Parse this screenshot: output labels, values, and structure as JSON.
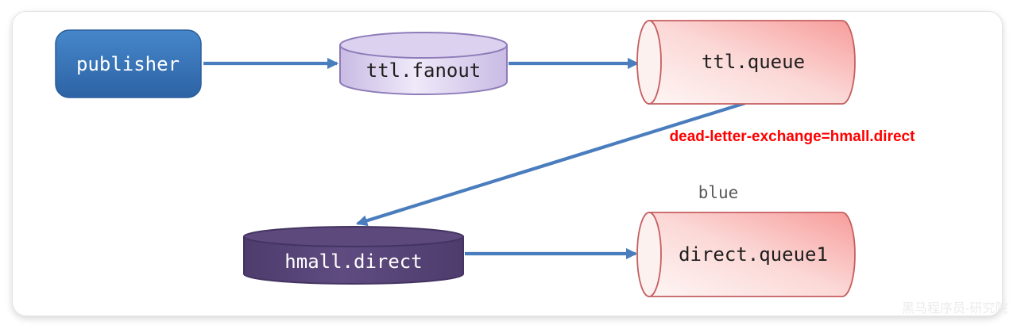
{
  "diagram": {
    "title_hint": "RabbitMQ TTL / dead-letter exchange message flow",
    "nodes": {
      "publisher": {
        "label": "publisher",
        "type": "client",
        "shape": "rounded-rect"
      },
      "ttl_fanout": {
        "label": "ttl.fanout",
        "type": "exchange",
        "shape": "vertical-cylinder"
      },
      "ttl_queue": {
        "label": "ttl.queue",
        "type": "queue",
        "shape": "horizontal-cylinder"
      },
      "hmall_direct": {
        "label": "hmall.direct",
        "type": "exchange",
        "shape": "vertical-cylinder"
      },
      "direct_queue1": {
        "label": "direct.queue1",
        "type": "queue",
        "shape": "horizontal-cylinder"
      }
    },
    "edges": [
      {
        "from": "publisher",
        "to": "ttl.fanout"
      },
      {
        "from": "ttl.fanout",
        "to": "ttl.queue"
      },
      {
        "from": "ttl.queue",
        "to": "hmall.direct",
        "note": "dead-letter-exchange=hmall.direct"
      },
      {
        "from": "hmall.direct",
        "to": "direct.queue1",
        "routing_key": "blue"
      }
    ],
    "annotations": {
      "dead_letter": {
        "text": "dead-letter-exchange=hmall.direct",
        "color": "#ff0000"
      },
      "routing_key": {
        "text": "blue",
        "color": "#595959"
      }
    },
    "watermark": {
      "text": "黑马程序员-研究院"
    }
  },
  "colors": {
    "arrow": "#4a7dbd",
    "publisher-top": "#4587ca",
    "publisher-bottom": "#2d63a5",
    "publisher-border": "#2b5c9b",
    "fanout-body-light": "#efe9f9",
    "fanout-body-dark": "#c9bbe4",
    "fanout-ellipse": "#dcd1ef",
    "fanout-border": "#8d7cb8",
    "queue-body-light": "#fef6f5",
    "queue-body-mid": "#fbd8d6",
    "queue-body-dark": "#f79c9a",
    "queue-ellipse": "#fdf1f0",
    "queue-border": "#c55e60",
    "direct-body-light": "#5f4b80",
    "direct-body-dark": "#4e3c6d",
    "direct-ellipse": "#5d497c",
    "direct-border": "#443462",
    "annotation-red": "#ff0000",
    "routing-key-gray": "#595959",
    "watermark-gray": "#ebebeb",
    "node-text-dark": "#1f1f1f",
    "node-text-light": "#ffffff"
  }
}
